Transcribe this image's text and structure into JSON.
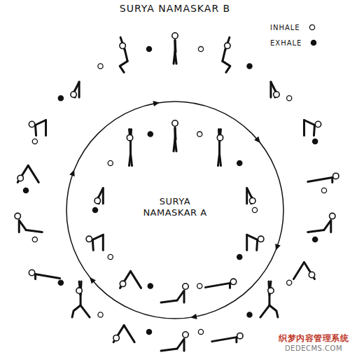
{
  "diagram": {
    "title": "SURYA NAMASKAR B",
    "labels": [
      "SURYA NAMASKAR A",
      "织梦内容管理系统",
      "DEDECMS.COM"
    ],
    "legend": [
      {
        "text": "INHALE"
      },
      {
        "text": "EXHALE"
      }
    ]
  }
}
